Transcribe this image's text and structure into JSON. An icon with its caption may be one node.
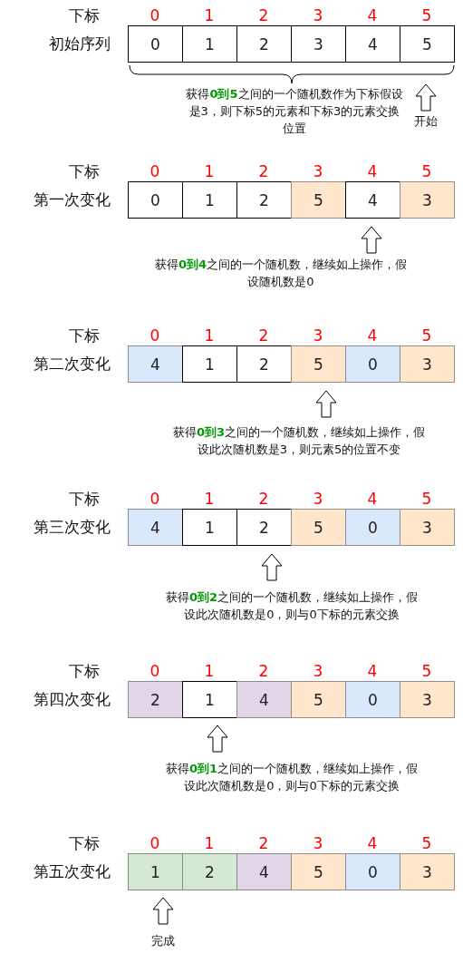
{
  "diagram": {
    "nodes": [
      {
        "text": [
          "0"
        ]
      },
      {
        "text": [
          "1"
        ]
      },
      {
        "text": [
          "2"
        ]
      },
      {
        "text": [
          "3"
        ]
      },
      {
        "text": [
          "4"
        ]
      },
      {
        "text": [
          "5"
        ]
      },
      {
        "text": [
          "0"
        ]
      },
      {
        "text": [
          "1"
        ]
      },
      {
        "text": [
          "2"
        ]
      },
      {
        "text": [
          "5"
        ]
      },
      {
        "text": [
          "4"
        ]
      },
      {
        "text": [
          "3"
        ]
      },
      {
        "text": [
          "4"
        ]
      },
      {
        "text": [
          "1"
        ]
      },
      {
        "text": [
          "2"
        ]
      },
      {
        "text": [
          "5"
        ]
      },
      {
        "text": [
          "0"
        ]
      },
      {
        "text": [
          "3"
        ]
      },
      {
        "text": [
          "4"
        ]
      },
      {
        "text": [
          "1"
        ]
      },
      {
        "text": [
          "2"
        ]
      },
      {
        "text": [
          "5"
        ]
      },
      {
        "text": [
          "0"
        ]
      },
      {
        "text": [
          "3"
        ]
      },
      {
        "text": [
          "2"
        ]
      },
      {
        "text": [
          "1"
        ]
      },
      {
        "text": [
          "4"
        ]
      },
      {
        "text": [
          "5"
        ]
      },
      {
        "text": [
          "0"
        ]
      },
      {
        "text": [
          "3"
        ]
      },
      {
        "text": [
          "1"
        ]
      },
      {
        "text": [
          "2"
        ]
      },
      {
        "text": [
          "4"
        ]
      },
      {
        "text": [
          "5"
        ]
      },
      {
        "text": [
          "0"
        ]
      },
      {
        "text": [
          "3"
        ]
      }
    ],
    "edges": [],
    "labels": [
      "下标",
      "0",
      "1",
      "2",
      "3",
      "4",
      "5",
      "初始序列",
      "获得**0到5**之间的一个随机数作为下标假设是3，则下标5的元素和下标3的元素交换位置",
      "开始",
      "下标",
      "0",
      "1",
      "2",
      "3",
      "4",
      "5",
      "第一次变化",
      "获得**0到4**之间的一个随机数，继续如上操作，假设随机数是0",
      "下标",
      "0",
      "1",
      "2",
      "3",
      "4",
      "5",
      "第二次变化",
      "获得**0到3**之间的一个随机数，继续如上操作，假设此次随机数是3，则元素5的位置不变",
      "下标",
      "0",
      "1",
      "2",
      "3",
      "4",
      "5",
      "第三次变化",
      "获得**0到2**之间的一个随机数，继续如上操作，假设此次随机数是0，则与0下标的元素交换",
      "下标",
      "0",
      "1",
      "2",
      "3",
      "4",
      "5",
      "第四次变化",
      "获得**0到1**之间的一个随机数，继续如上操作，假设此次随机数是0，则与0下标的元素交换",
      "下标",
      "0",
      "1",
      "2",
      "3",
      "4",
      "5",
      "第五次变化",
      "完成"
    ]
  }
}
